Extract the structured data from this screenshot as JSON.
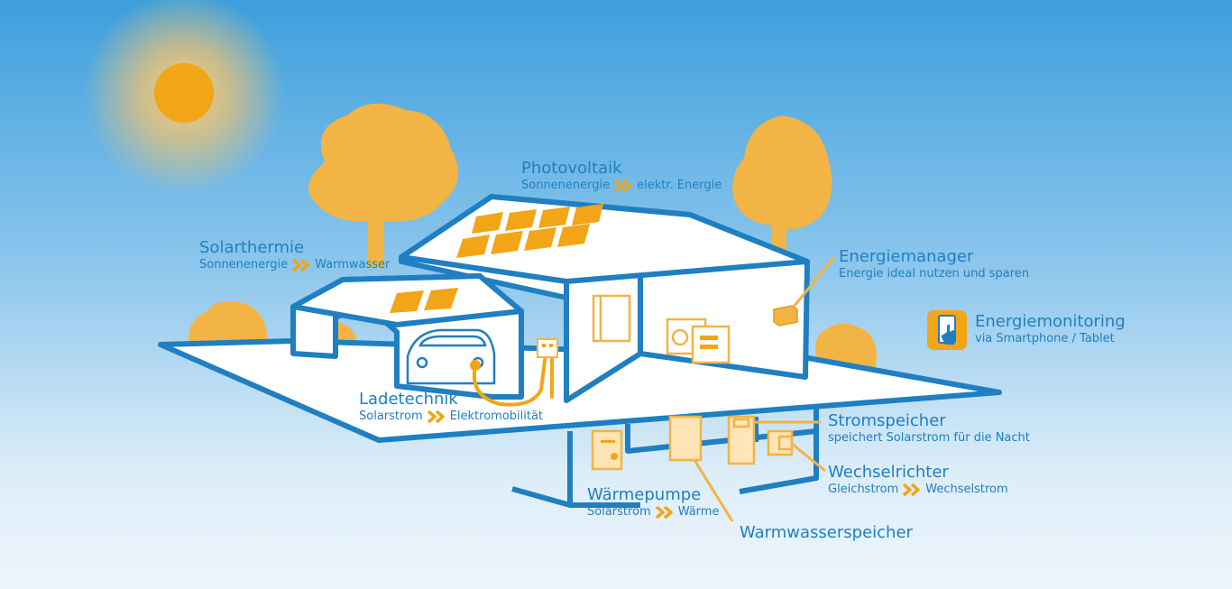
{
  "labels": {
    "photovoltaik": {
      "title": "Photovoltaik",
      "from": "Sonnenenergie",
      "to": "elektr. Energie"
    },
    "solarthermie": {
      "title": "Solarthermie",
      "from": "Sonnenenergie",
      "to": "Warmwasser"
    },
    "energiemanager": {
      "title": "Energiemanager",
      "subtitle": "Energie ideal nutzen und sparen"
    },
    "energiemonitoring": {
      "title": "Energiemonitoring",
      "subtitle": "via Smartphone / Tablet"
    },
    "ladetechnik": {
      "title": "Ladetechnik",
      "from": "Solarstrom",
      "to": "Elektromobilität"
    },
    "stromspeicher": {
      "title": "Stromspeicher",
      "subtitle": "speichert Solarstrom für die Nacht"
    },
    "wechselrichter": {
      "title": "Wechselrichter",
      "from": "Gleichstrom",
      "to": "Wechselstrom"
    },
    "waermepumpe": {
      "title": "Wärmepumpe",
      "from": "Solarstrom",
      "to": "Wärme"
    },
    "warmwasserspeicher": {
      "title": "Warmwasserspeicher"
    }
  },
  "colors": {
    "line": "#1f7fc1",
    "accent": "#f2b444",
    "sun": "#f2a516",
    "house_fill": "#ffffff"
  },
  "icons": [
    "sun-icon",
    "tree-icon",
    "bush-icon",
    "car-icon",
    "chevron-double-icon",
    "tablet-hand-icon"
  ]
}
